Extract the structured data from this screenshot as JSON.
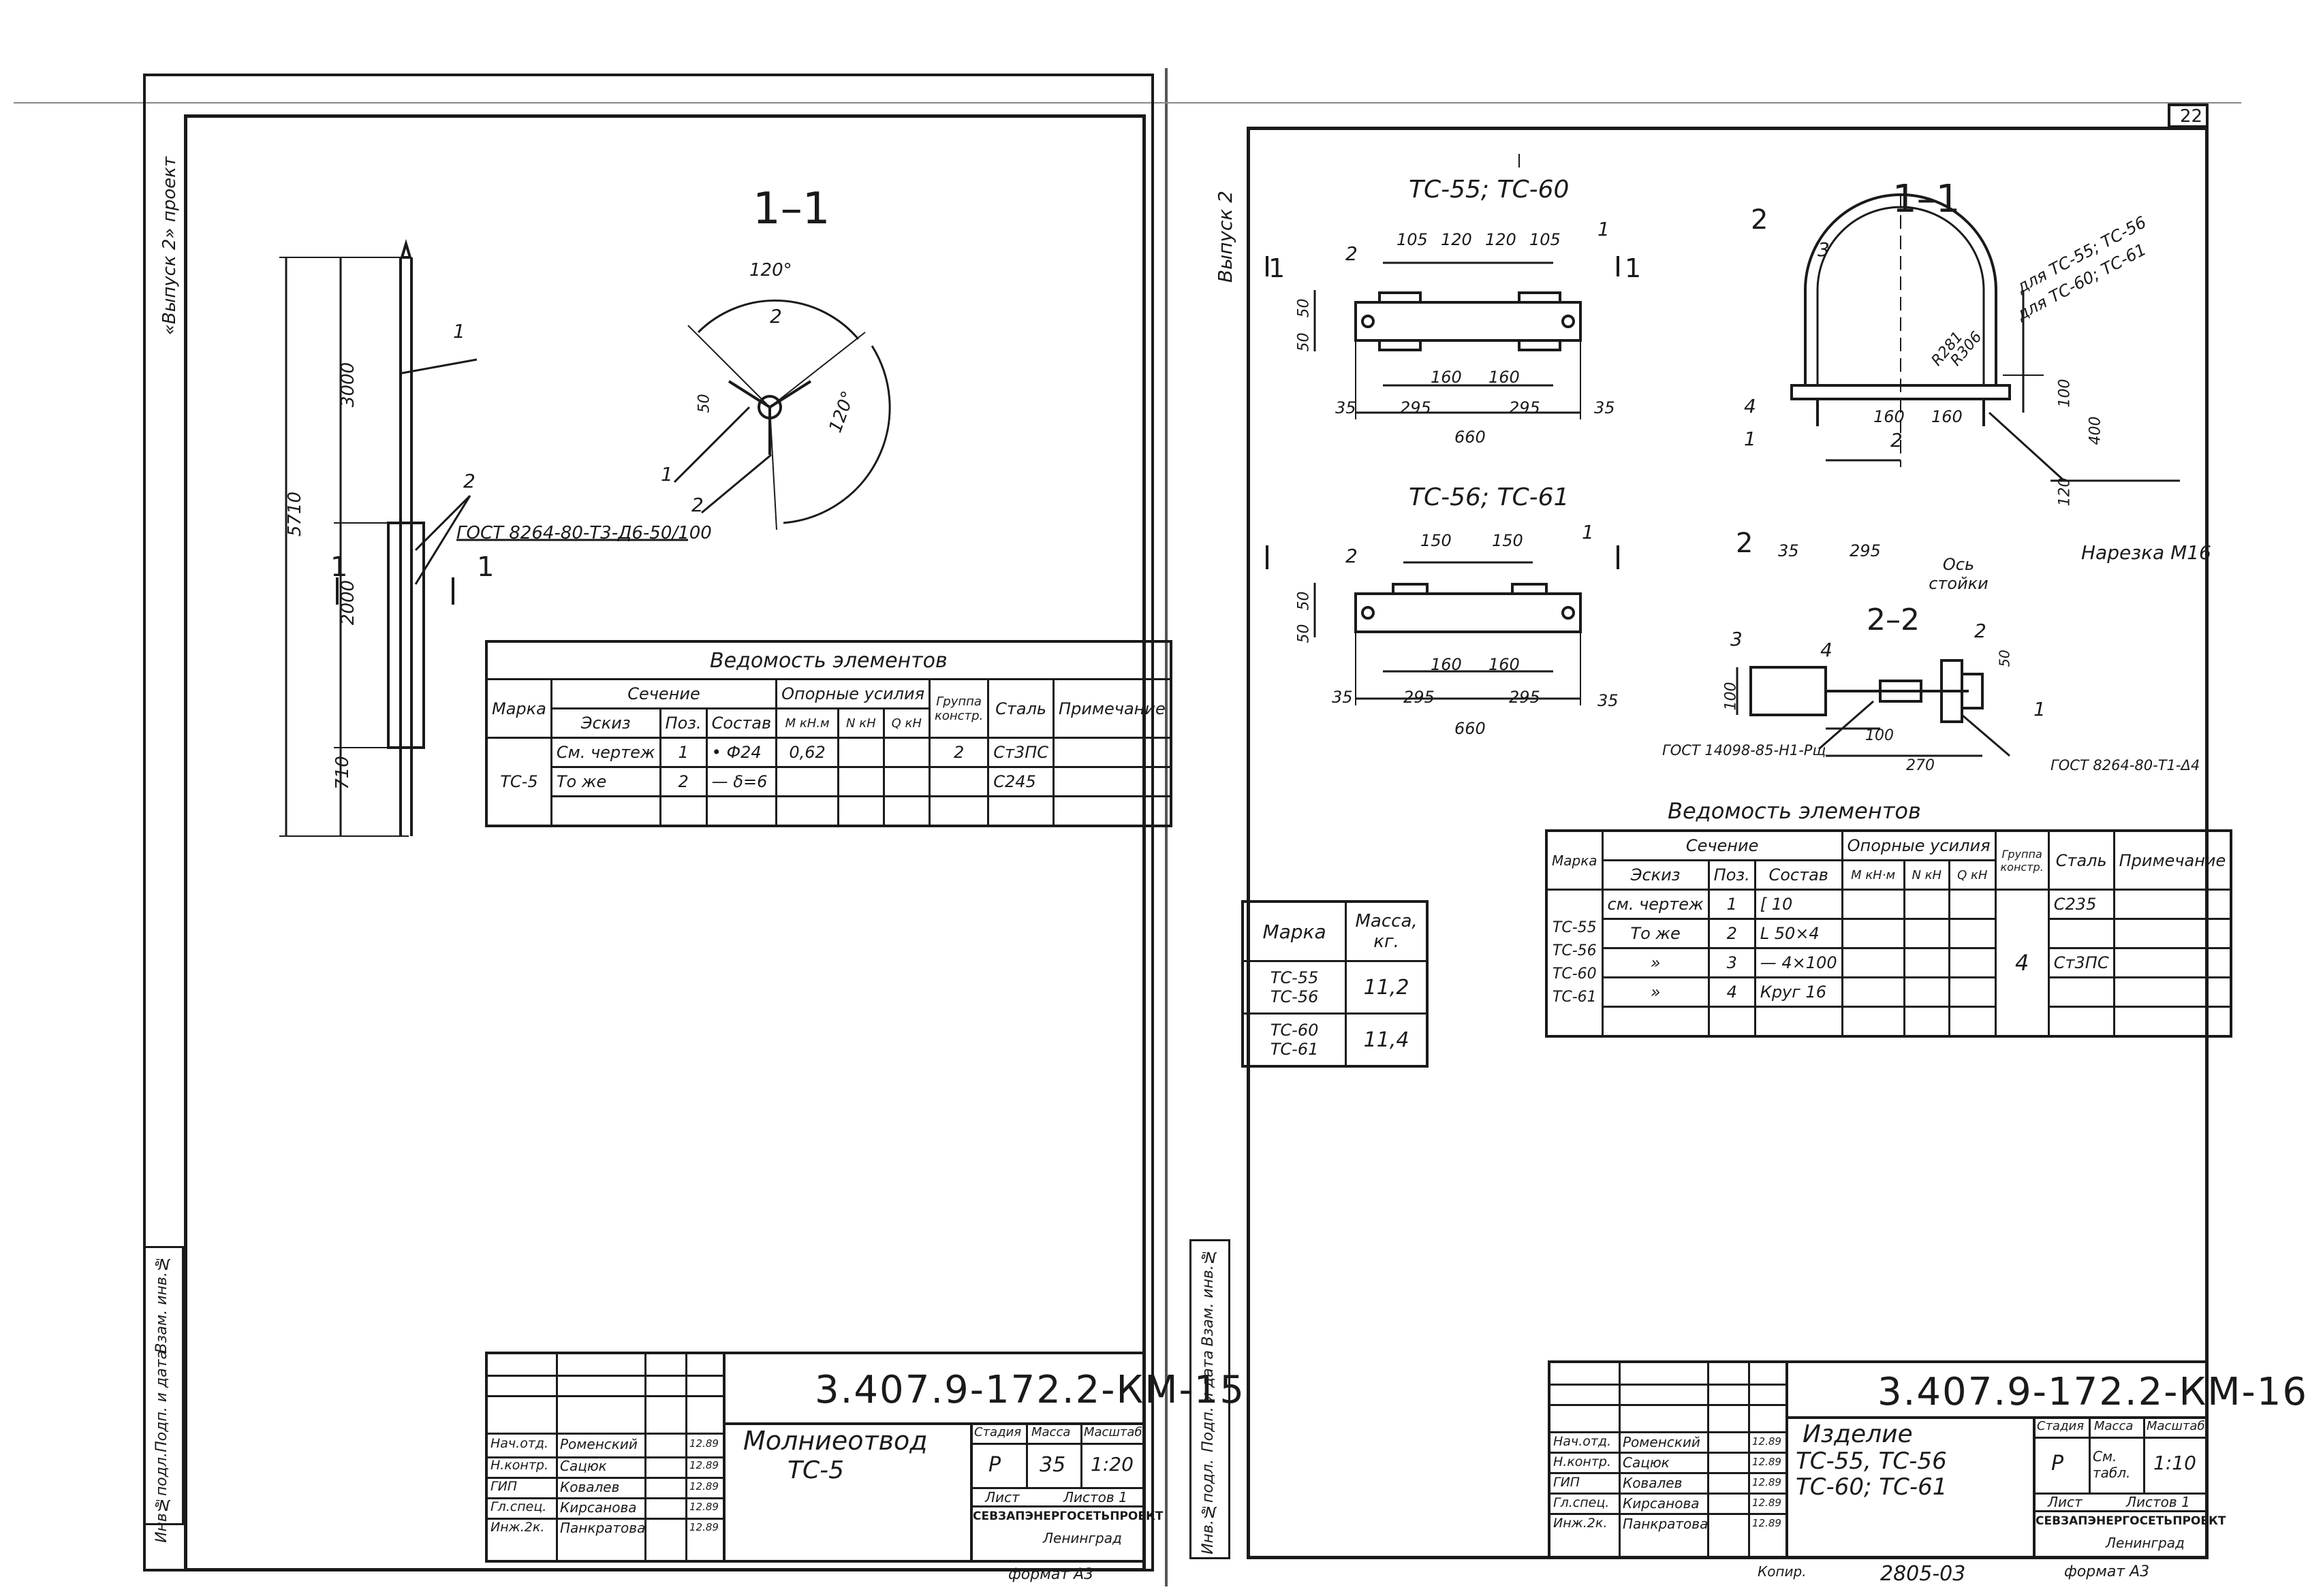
{
  "sheet_number": "22",
  "left_sheet": {
    "margin_label": "«Выпуск 2» проект",
    "side_stamp": [
      "Инв№подл.",
      "Подп. и дата",
      "Взам. инв.№"
    ],
    "section_title": "1–1",
    "dimensions": {
      "total": "5710",
      "upper": "3000",
      "middle": "2000",
      "lower": "710",
      "angle": "120°",
      "offset": "50"
    },
    "gost_note": "ГОСТ 8264-80-Т3-Д6-50/100",
    "callouts": [
      "1",
      "2",
      "1",
      "2",
      "2"
    ],
    "section_marks": [
      "1",
      "1"
    ],
    "elements_table": {
      "title": "Ведомость элементов",
      "headers": {
        "marka": "Марка",
        "section": "Сечение",
        "sketch": "Эскиз",
        "pos": "Поз.",
        "sostav": "Состав",
        "forces": "Опорные усилия",
        "m": "М кН.м",
        "n": "N кН",
        "q": "Q кН",
        "group": "Группа констр.",
        "steel": "Сталь",
        "note": "Примечание"
      },
      "marka": "ТС-5",
      "rows": [
        {
          "sketch": "См. чертеж",
          "pos": "1",
          "sostav": "• Ф24",
          "m": "0,62",
          "n": "",
          "q": "",
          "group": "2",
          "steel": "Ст3ПС",
          "note": ""
        },
        {
          "sketch": "То же",
          "pos": "2",
          "sostav": "— δ=6",
          "m": "",
          "n": "",
          "q": "",
          "group": "",
          "steel": "С245",
          "note": ""
        }
      ]
    },
    "title_block": {
      "code": "3.407.9-172.2-КМ-15",
      "roles": [
        "Нач.отд.",
        "Н.контр.",
        "ГИП",
        "Гл.спец.",
        "Инж.2к."
      ],
      "names": [
        "Роменский",
        "Сацюк",
        "Ковалев",
        "Кирсанова",
        "Панкратова"
      ],
      "dates": [
        "12.89",
        "12.89",
        "12.89",
        "12.89",
        "12.89"
      ],
      "name_line1": "Молниеотвод",
      "name_line2": "ТС-5",
      "stage_label": "Стадия",
      "mass_label": "Масса",
      "scale_label": "Масштаб",
      "stage": "Р",
      "mass": "35",
      "scale": "1:20",
      "sheet_label": "Лист",
      "sheets_label": "Листов 1",
      "org": "СЕВЗАПЭНЕРГОСЕТЬПРОЕКТ",
      "city": "Ленинград",
      "format": "формат А3"
    }
  },
  "right_sheet": {
    "margin_label": "Выпуск 2",
    "side_stamp": [
      "Инв.№подл.",
      "Подп. и дата",
      "Взам. инв.№"
    ],
    "view_a": {
      "title": "ТС-55; ТС-60",
      "dims_top": [
        "105",
        "120",
        "120",
        "105"
      ],
      "dims_mid": [
        "160",
        "160"
      ],
      "dims_bot": [
        "35",
        "295",
        "295",
        "35"
      ],
      "total": "660",
      "side": [
        "50",
        "50"
      ],
      "callouts": [
        "2",
        "1"
      ]
    },
    "view_b": {
      "title": "ТС-56; ТС-61",
      "dims_top": [
        "150",
        "150"
      ],
      "dims_mid": [
        "160",
        "160"
      ],
      "dims_bot": [
        "35",
        "295",
        "295",
        "35"
      ],
      "total": "660",
      "side": [
        "50",
        "50"
      ],
      "callouts": [
        "2",
        "1"
      ]
    },
    "section_marks": [
      "1",
      "1"
    ],
    "section_11": {
      "title": "1–1",
      "mark": "2",
      "note_a": "для ТС-55; ТС-56",
      "note_b": "для ТС-60; ТС-61",
      "radii": [
        "R281",
        "R306"
      ],
      "dims": [
        "100",
        "400",
        "120",
        "160",
        "160",
        "35",
        "295"
      ],
      "callouts": [
        "3",
        "4",
        "1",
        "2"
      ],
      "axis": "Ось стойки",
      "thread": "Нарезка М16"
    },
    "section_22": {
      "title": "2–2",
      "callouts": [
        "3",
        "4",
        "2",
        "1"
      ],
      "dims": [
        "100",
        "100",
        "270",
        "50"
      ],
      "gost_a": "ГОСТ 14098-85-Н1-Рщ",
      "gost_b": "ГОСТ 8264-80-Т1-Δ4"
    },
    "mass_table": {
      "headers": [
        "Марка",
        "Масса, кг."
      ],
      "rows": [
        {
          "marka": "ТС-55 ТС-56",
          "mass": "11,2"
        },
        {
          "marka": "ТС-60 ТС-61",
          "mass": "11,4"
        }
      ]
    },
    "elements_table": {
      "title": "Ведомость элементов",
      "headers": {
        "marka": "Марка",
        "section": "Сечение",
        "sketch": "Эскиз",
        "pos": "Поз.",
        "sostav": "Состав",
        "forces": "Опорные усилия",
        "m": "М кН·м",
        "n": "N кН",
        "q": "Q кН",
        "group": "Группа констр.",
        "steel": "Сталь",
        "note": "Примечание"
      },
      "marki": [
        "ТС-55",
        "ТС-56",
        "ТС-60",
        "ТС-61"
      ],
      "group": "4",
      "rows": [
        {
          "sketch": "см. чертеж",
          "pos": "1",
          "sostav": "[ 10",
          "steel": "С235"
        },
        {
          "sketch": "То же",
          "pos": "2",
          "sostav": "L 50×4",
          "steel": ""
        },
        {
          "sketch": "»",
          "pos": "3",
          "sostav": "— 4×100",
          "steel": "Ст3ПС"
        },
        {
          "sketch": "»",
          "pos": "4",
          "sostav": "Круг 16",
          "steel": ""
        },
        {
          "sketch": "",
          "pos": "",
          "sostav": "",
          "steel": ""
        }
      ]
    },
    "title_block": {
      "code": "3.407.9-172.2-КМ-16",
      "roles": [
        "Нач.отд.",
        "Н.контр.",
        "ГИП",
        "Гл.спец.",
        "Инж.2к."
      ],
      "names": [
        "Роменский",
        "Сацюк",
        "Ковалев",
        "Кирсанова",
        "Панкратова"
      ],
      "dates": [
        "12.89",
        "12.89",
        "12.89",
        "12.89",
        "12.89"
      ],
      "name_line1": "Изделие",
      "name_line2": "ТС-55, ТС-56",
      "name_line3": "ТС-60; ТС-61",
      "stage_label": "Стадия",
      "mass_label": "Масса",
      "scale_label": "Масштаб",
      "stage": "Р",
      "mass": "См. табл.",
      "scale": "1:10",
      "sheet_label": "Лист",
      "sheets_label": "Листов 1",
      "org": "СЕВЗАПЭНЕРГОСЕТЬПРОЕКТ",
      "city": "Ленинград",
      "copy_label": "Копир.",
      "inv": "2805-03",
      "format": "формат А3"
    }
  }
}
